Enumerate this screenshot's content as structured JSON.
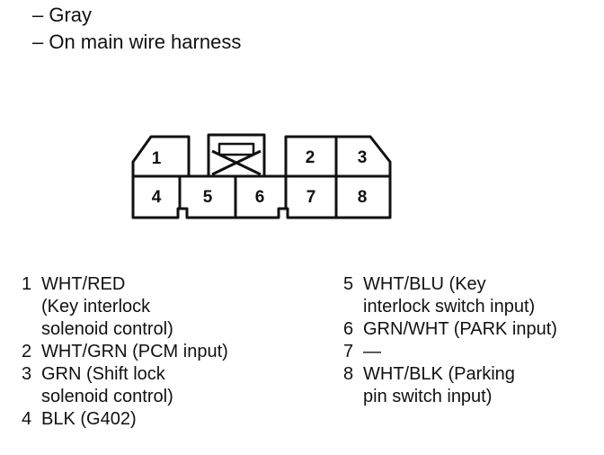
{
  "header": {
    "line1": "– Gray",
    "line2": "– On main wire harness"
  },
  "connector": {
    "pins": [
      "1",
      "2",
      "3",
      "4",
      "5",
      "6",
      "7",
      "8"
    ]
  },
  "legend": {
    "left": [
      {
        "num": "1",
        "text": "WHT/RED\n(Key interlock\nsolenoid control)"
      },
      {
        "num": "2",
        "text": "WHT/GRN (PCM input)"
      },
      {
        "num": "3",
        "text": "GRN (Shift lock\nsolenoid control)"
      },
      {
        "num": "4",
        "text": "BLK (G402)"
      }
    ],
    "right": [
      {
        "num": "5",
        "text": "WHT/BLU (Key\ninterlock switch input)"
      },
      {
        "num": "6",
        "text": "GRN/WHT (PARK input)"
      },
      {
        "num": "7",
        "text": "—"
      },
      {
        "num": "8",
        "text": "WHT/BLK (Parking\npin switch input)"
      }
    ]
  }
}
